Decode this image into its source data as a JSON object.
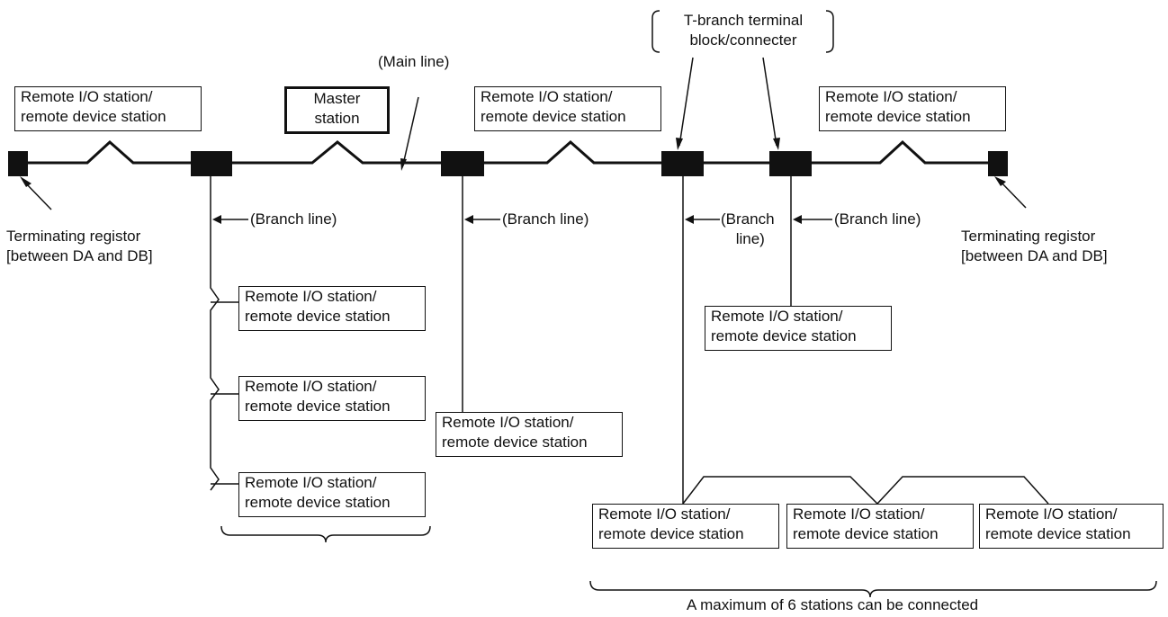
{
  "labels": {
    "main_line": "(Main line)",
    "branch_line": "(Branch line)",
    "branch_line_split_1": "(Branch",
    "branch_line_split_2": "line)",
    "t_branch_1": "T-branch terminal",
    "t_branch_2": "block/connecter",
    "terminating_1": "Terminating registor",
    "terminating_2": "[between DA and DB]",
    "max_stations": "A maximum of 6 stations can be connected"
  },
  "stations": {
    "master_1": "Master",
    "master_2": "station",
    "remote_1": "Remote I/O station/",
    "remote_2": "remote device station"
  }
}
